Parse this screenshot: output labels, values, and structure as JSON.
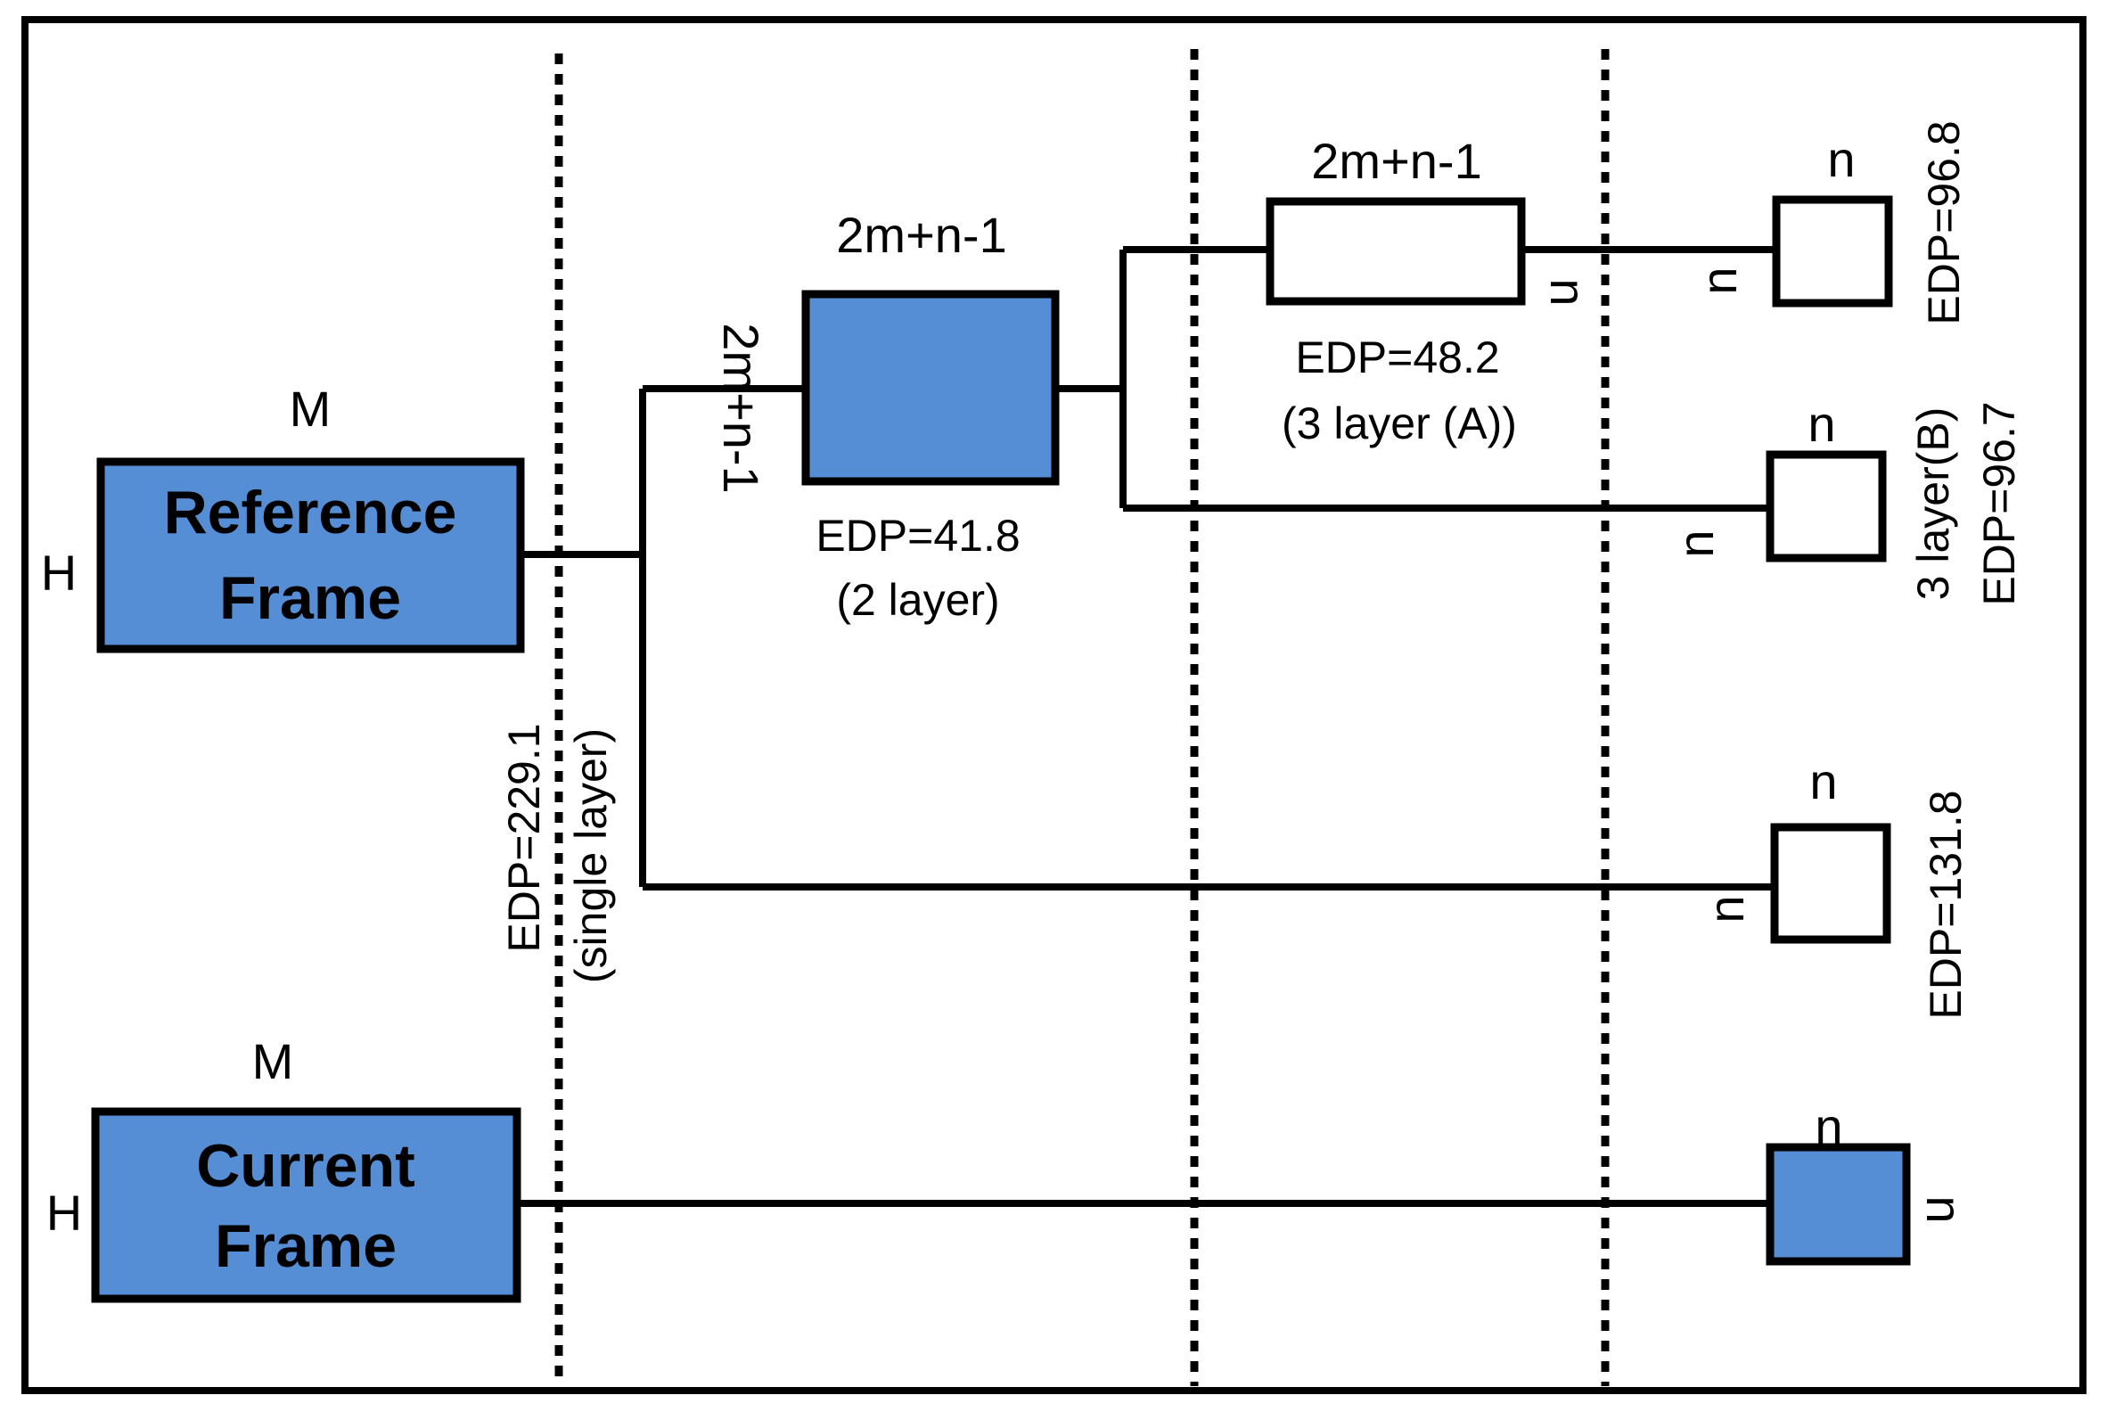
{
  "colors": {
    "fill_blue": "#558ed5",
    "line": "#000000",
    "background": "#ffffff"
  },
  "reference_frame": {
    "line1": "Reference",
    "line2": "Frame",
    "width_label": "M",
    "height_label": "H"
  },
  "current_frame": {
    "line1": "Current",
    "line2": "Frame",
    "width_label": "M",
    "height_label": "H"
  },
  "single_layer": {
    "edp": "EDP=229.1",
    "name": "(single layer)"
  },
  "two_layer_box": {
    "top_label": "2m+n-1",
    "side_label": "2m+n-1",
    "edp": "EDP=41.8",
    "name": "(2 layer)"
  },
  "three_layer_a_box": {
    "top_label": "2m+n-1",
    "side_label": "n",
    "edp": "EDP=48.2",
    "name": "(3 layer (A))"
  },
  "out_a": {
    "top_label": "n",
    "side_label": "n",
    "edp": "EDP=96.8"
  },
  "out_b": {
    "top_label": "n",
    "side_label": "n",
    "edp": "EDP=96.7",
    "name": "3 layer(B)"
  },
  "out_c": {
    "top_label": "n",
    "side_label": "n",
    "edp": "EDP=131.8"
  },
  "out_current": {
    "top_label": "n",
    "side_label": "n"
  }
}
